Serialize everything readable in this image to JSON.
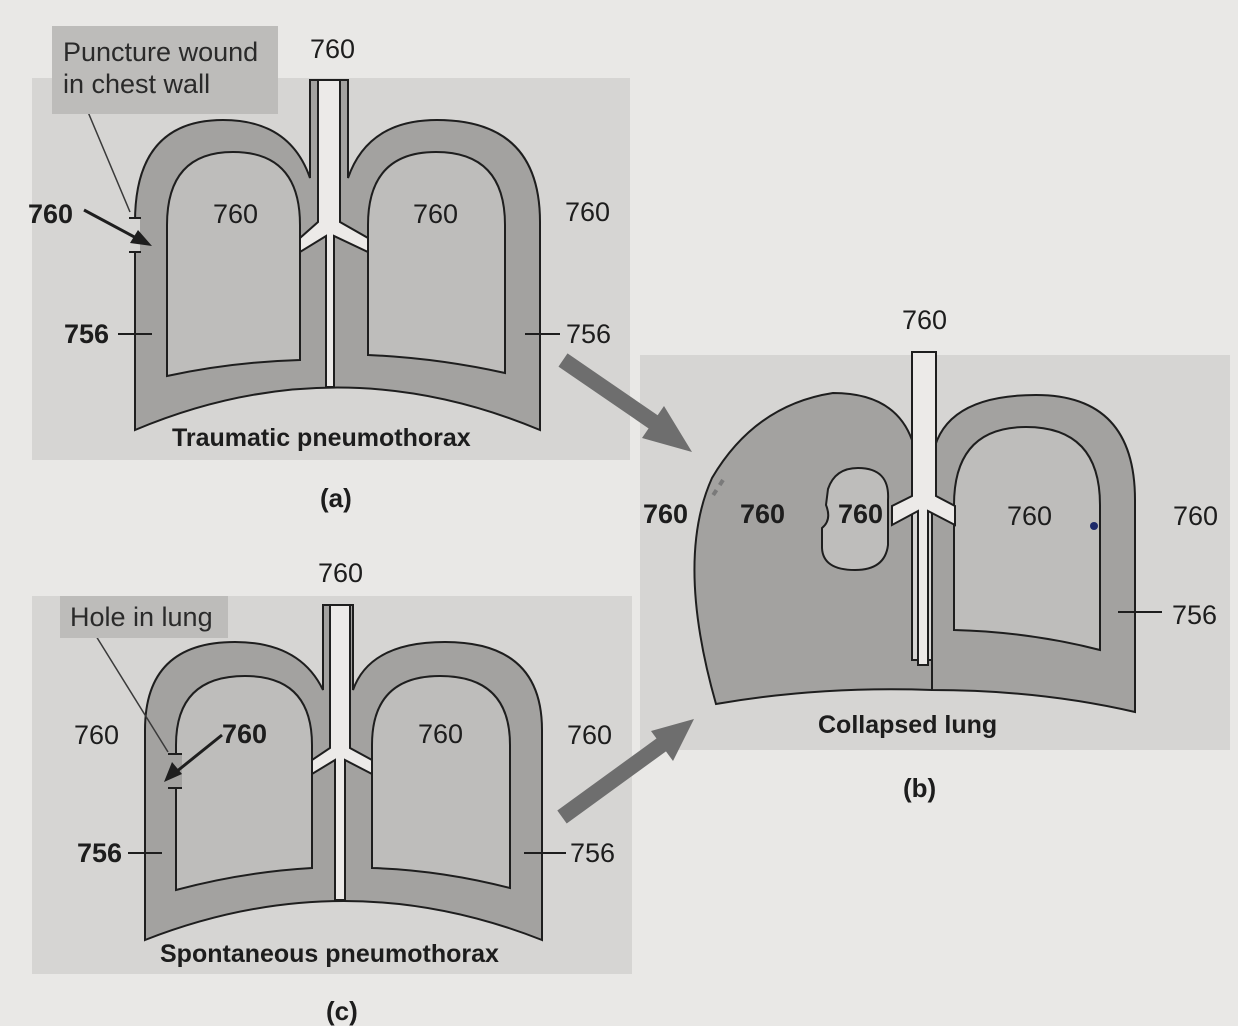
{
  "colors": {
    "page": "#e9e8e6",
    "panel": "#d6d5d3",
    "pleural": "#a3a2a0",
    "lung": "#bebdbb",
    "outline": "#1e1e1e",
    "arrow": "#6e6e6e",
    "callout_box": "#bdbcba"
  },
  "panel_a": {
    "callout": [
      "Puncture wound",
      "in chest wall"
    ],
    "trachea_pressure": "760",
    "wound_pressure": "760",
    "left_lung_pressure": "760",
    "right_lung_pressure": "760",
    "outside_right_pressure": "760",
    "left_pleural_pressure": "756",
    "right_pleural_pressure": "756",
    "title": "Traumatic pneumothorax",
    "caption": "(a)"
  },
  "panel_b": {
    "trachea_pressure": "760",
    "wall_pressure": "760",
    "collapsed_space_pressure": "760",
    "collapsed_lung_pressure": "760",
    "right_lung_pressure": "760",
    "outside_right_pressure": "760",
    "right_pleural_pressure": "756",
    "title": "Collapsed lung",
    "caption": "(b)"
  },
  "panel_c": {
    "callout": "Hole in lung",
    "trachea_pressure": "760",
    "outside_left_pressure": "760",
    "hole_pressure": "760",
    "right_lung_pressure": "760",
    "outside_right_pressure": "760",
    "left_pleural_pressure": "756",
    "right_pleural_pressure": "756",
    "title": "Spontaneous pneumothorax",
    "caption": "(c)"
  }
}
